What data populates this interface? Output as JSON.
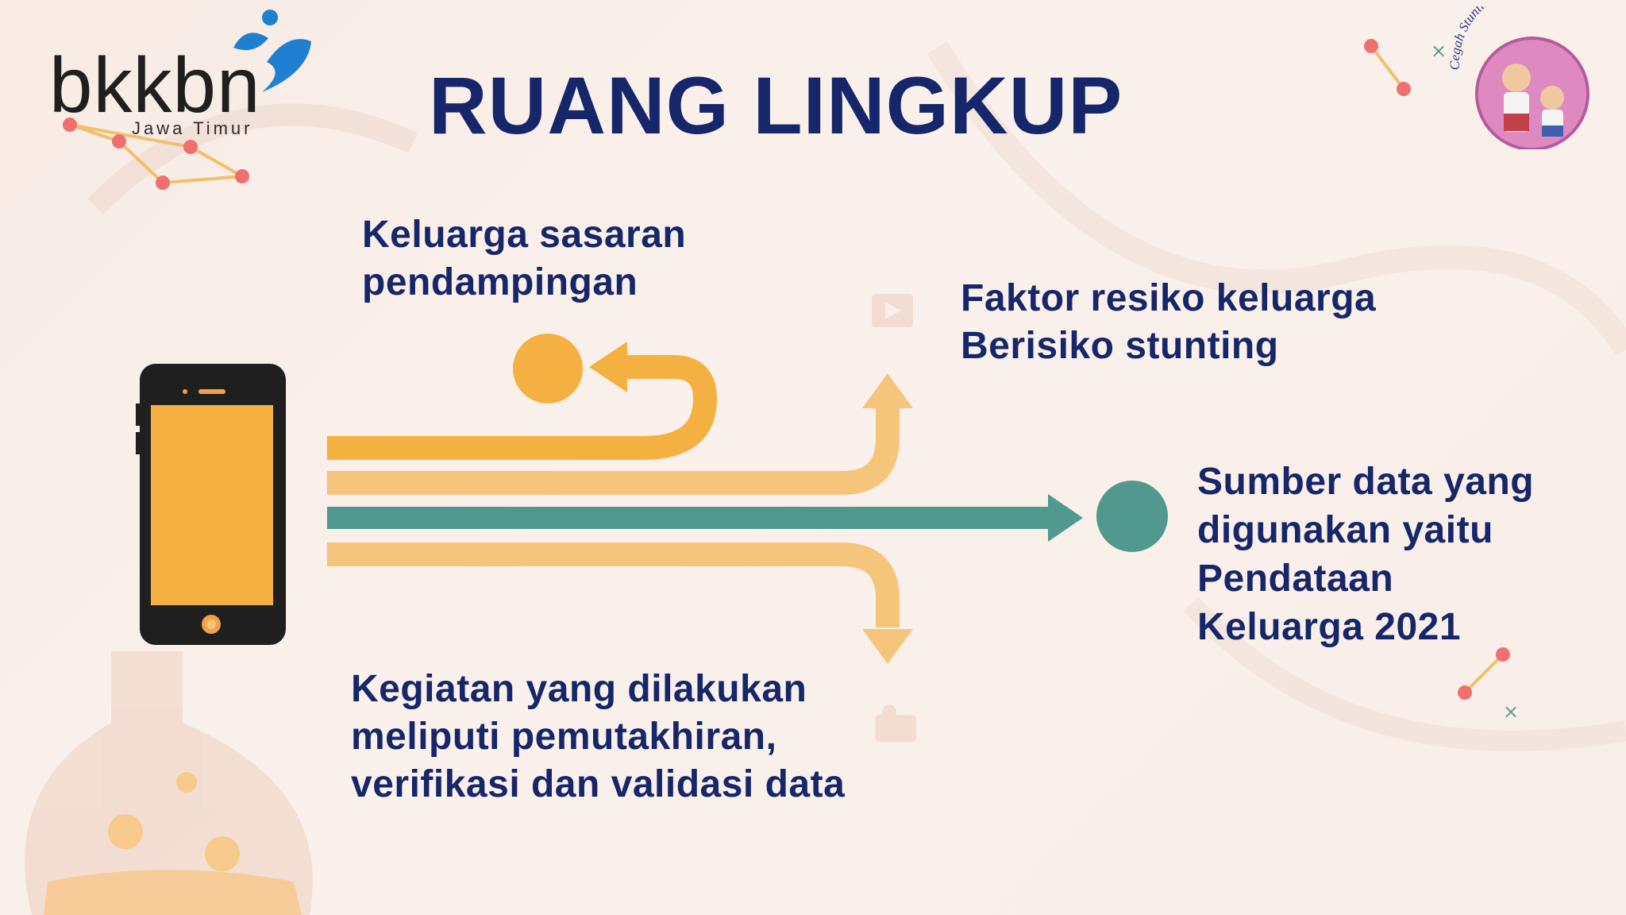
{
  "logo": {
    "name": "bkkbn",
    "sub": "Jawa Timur"
  },
  "title": "RUANG LINGKUP",
  "badge": {
    "text": "Cegah Stunting, Itu Penting!"
  },
  "labels": {
    "top_left": [
      "Keluarga sasaran",
      "pendampingan"
    ],
    "top_right": [
      "Faktor resiko keluarga",
      "Berisiko stunting"
    ],
    "right": [
      "Sumber data yang",
      "digunakan yaitu",
      "Pendataan",
      "Keluarga 2021"
    ],
    "bottom": [
      "Kegiatan yang dilakukan",
      "meliputi pemutakhiran,",
      "verifikasi dan validasi data"
    ]
  },
  "colors": {
    "title": "#16266a",
    "orange": "#f4b142",
    "light_orange": "#f6c57c",
    "teal": "#51998f",
    "phone": "#1f1f1f",
    "logo_blue": "#1f7fd0"
  }
}
